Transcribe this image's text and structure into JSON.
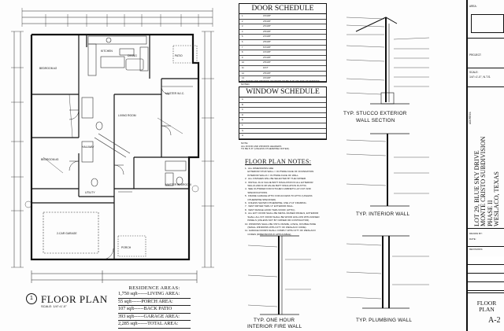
{
  "plan": {
    "number": "1",
    "title": "FLOOR PLAN",
    "scale": "SCALE: 1/4\"=1'-0\"",
    "rooms": {
      "bedroom2": "BEDROOM #2",
      "bedroom3": "BEDROOM #3",
      "living": "LIVING ROOM",
      "kitchen": "KITCHEN",
      "dining": "DINING",
      "master_bedroom": "MASTER BEDROOM",
      "master_wic": "MASTER W.I.C.",
      "patio": "PATIO",
      "garage": "2-CAR GARAGE",
      "hallway": "HALLWAY",
      "porch": "PORCH",
      "utility": "UTILITY"
    }
  },
  "residence_areas": {
    "heading": "RESIDENCE AREAS:",
    "rows": [
      "1,750 sqft------LIVING AREA:",
      "55 sqft------PORCH AREA:",
      "107 sqft------BACK PATIO",
      "393 sqft------GARAGE AREA:",
      "2,285 sqft------TOTAL AREA:"
    ]
  },
  "door_schedule": {
    "title": "DOOR SCHEDULE",
    "rows": [
      "1",
      "2",
      "3",
      "4",
      "5",
      "6",
      "7",
      "8",
      "9",
      "10",
      "11",
      "12",
      "13"
    ],
    "types": [
      "3'0\"x6'8\"",
      "2'8\"x6'8\"",
      "2'6\"x6'8\"",
      "2'8\"x6'8\"",
      "2'0\"x6'8\"",
      "2'8\"x6'8\"",
      "6'0\"x6'8\"",
      "4'0\"x6'8\"",
      "2'6\"x6'8\"",
      "2'8\"x6'8\"",
      "16'x7'",
      "2'8\"x6'8\"",
      "3'0\"x6'8\""
    ],
    "notes": "ALL DOOR AND WINDOW HEADERS TO BE 6'-8\" UNLESS OTHERWISE NOTED."
  },
  "window_schedule": {
    "title": "WINDOW SCHEDULE",
    "rows": [
      "A",
      "B",
      "C",
      "D",
      "E",
      "F",
      "G",
      "H"
    ],
    "notes": [
      "NOTE:",
      "ALL DOOR AND WINDOW HEADERS",
      "TO BE 6'-8\" (UNLESS OTHERWISE NOTED)."
    ]
  },
  "floor_plan_notes": {
    "title": "FLOOR PLAN NOTES:",
    "items": [
      "1.  ALL DIMENSIONS ARE:",
      "    EXTERIOR STUD WALL = OUTSIDE FACE OF FOUNDATION",
      "    INTERIOR WALLS = OUTSIDE FACE OF WALL",
      "2.  ALL FINISHES WILL BE SELECTED BY THE OWNER.",
      "3.  INSTALL R-13 VALUE BATT INSULATION IN ALL EXTERIOR",
      "    WALLS AND R-38 VALUE BATT INSULATION IN ATTIC.",
      "4.  SEE OUTSIDER FOR KITCHEN CABINETS LAY-OUT AND",
      "    SPECIFICATIONS.",
      "5.  FRAME GARAGE ATTIC FOR ACCESS TO ATTIC (UNLESS",
      "    OTHERWISE SPECIFIED).",
      "6.  UNLESS SHOWN OTHERWISE, USE 2\"x4\" FRAMING.",
      "7.  VENT DRYER THRU 4\" EXTERIOR WALL.",
      "8.  VENT RANGE HOOD THRU ROOF (ATTIC).",
      "9.  ALL EXT. DOOR SHALL BE METAL RAISED PANELS, EXTERIOR",
      "    SHALL ALL INT. DOOR SHALL BE WOOD HOLLOW WITH RAISED",
      "    PANELS (UNLESS NOT BY OWNER OR CONTRACTOR).",
      "10. WINDOWS SHALL BE VINYL FRAME, LOW-E, DOUBLE PANE",
      "    (SMALL WINDOWS WITH CITY OF WESLACO CODE).",
      "11. GARAGE DOORS SHALL COMPLY WITH CITY OF WESLACO",
      "    CODES (DIMENSIONS IF APPLICABLE)."
    ]
  },
  "sections": {
    "stucco": [
      "TYP. STUCCO EXTERIOR",
      "WALL SECTION"
    ],
    "interior": "TYP. INTERIOR WALL",
    "fire": [
      "TYP. ONE HOUR",
      "INTERIOR FIRE WALL"
    ],
    "plumbing": "TYP. PLUMBING WALL"
  },
  "title_block": {
    "area_label": "AREA:",
    "project_label": "PROJECT:",
    "scale_label": "SCALE:",
    "scale_value": "1/4\"=1'-0\", N.T.S.",
    "address_label": "ADDRESS:",
    "address": [
      "LOT 29, BLUE SKY DRIVE",
      "MONTE CRISTO SUBDIVISION",
      "PHASE II",
      "WESLACO, TEXAS"
    ],
    "revisions_label": "REVISIONS:",
    "date_label": "DATE:",
    "drawn_label": "DRAWN BY:",
    "sheet_title": [
      "FLOOR",
      "PLAN"
    ],
    "sheet_no": "A-2"
  }
}
